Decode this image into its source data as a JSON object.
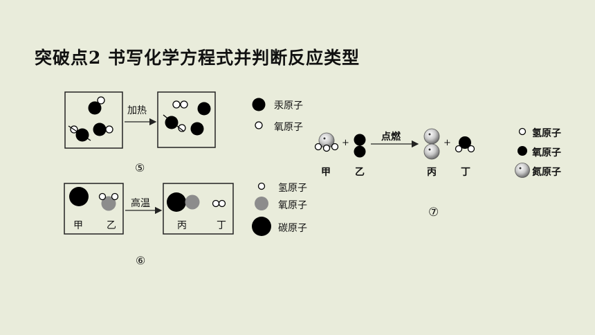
{
  "title": "突破点2  书写化学方程式并判断反应类型",
  "r5": {
    "condition": "加热",
    "number": "⑤",
    "legend": [
      "汞原子",
      "氧原子"
    ]
  },
  "r6": {
    "condition": "高温",
    "number": "⑥",
    "species": [
      "甲",
      "乙",
      "丙",
      "丁"
    ],
    "legend": [
      "氢原子",
      "氧原子",
      "碳原子"
    ]
  },
  "r7": {
    "condition": "点燃",
    "number": "⑦",
    "plus": "+",
    "species": [
      "甲",
      "乙",
      "丙",
      "丁"
    ],
    "legend": [
      "氢原子",
      "氧原子",
      "氮原子"
    ]
  },
  "colors": {
    "background": "#e9ecdb",
    "black_atom": "#000000",
    "gray_atom": "#8c8c8c",
    "white_atom": "#ffffff",
    "nitrogen_atom": "#b3b3b3"
  }
}
